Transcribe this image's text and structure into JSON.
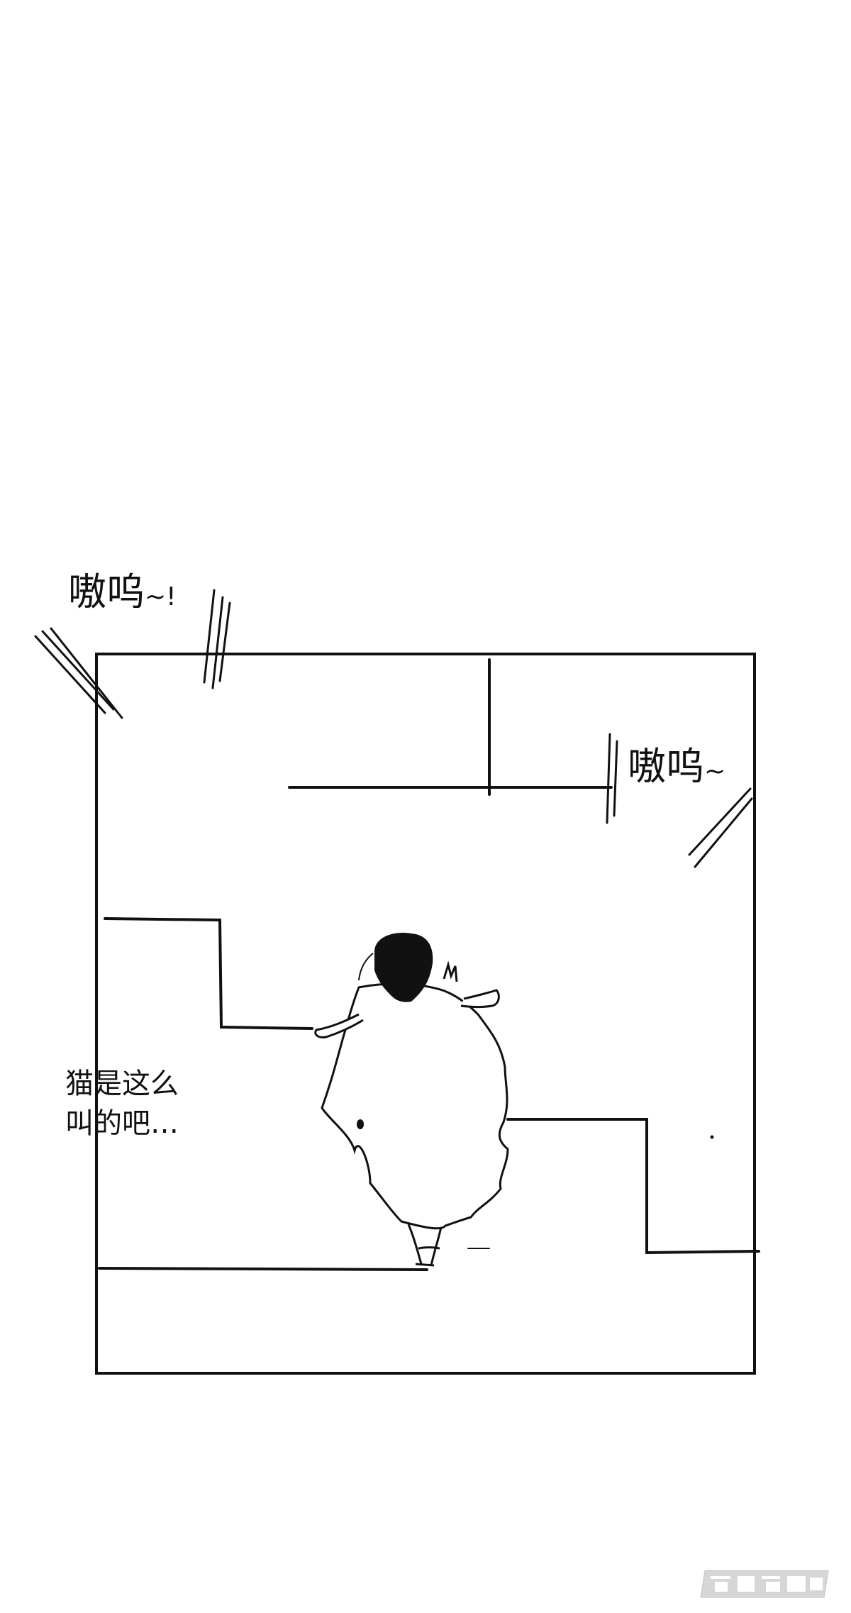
{
  "sound_effects": [
    {
      "main": "嗷呜",
      "tail": "~!"
    },
    {
      "main": "嗷呜",
      "tail": "~"
    }
  ],
  "caption": {
    "lines": [
      "猫是这么",
      "叫的吧…"
    ]
  },
  "colors": {
    "ink": "#111111",
    "paper": "#ffffff"
  },
  "watermark": {
    "icon": "site-logo-icon"
  }
}
